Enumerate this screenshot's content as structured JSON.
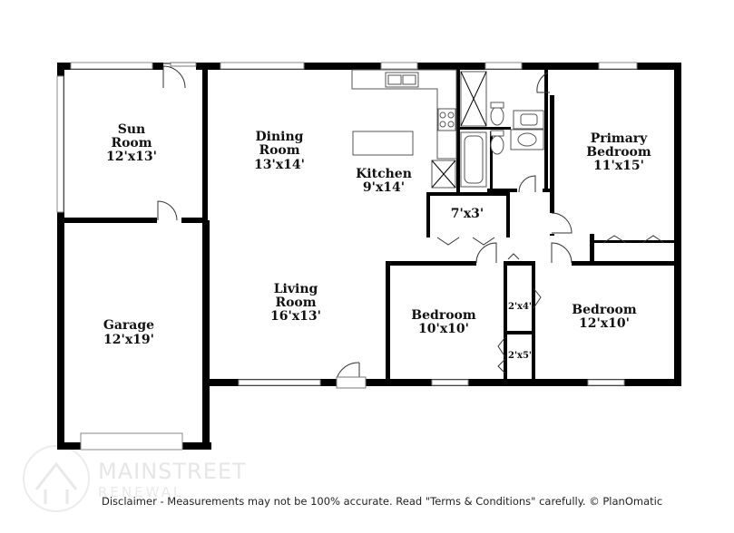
{
  "rooms": {
    "sun_room": {
      "name_line1": "Sun",
      "name_line2": "Room",
      "dims": "12'x13'"
    },
    "dining_room": {
      "name_line1": "Dining",
      "name_line2": "Room",
      "dims": "13'x14'"
    },
    "kitchen": {
      "name": "Kitchen",
      "dims": "9'x14'"
    },
    "closet_7x3": {
      "dims": "7'x3'"
    },
    "primary_bedroom": {
      "name_line1": "Primary",
      "name_line2": "Bedroom",
      "dims": "11'x15'"
    },
    "garage": {
      "name": "Garage",
      "dims": "12'x19'"
    },
    "living_room": {
      "name_line1": "Living",
      "name_line2": "Room",
      "dims": "16'x13'"
    },
    "bedroom_left": {
      "name": "Bedroom",
      "dims": "10'x10'"
    },
    "bedroom_right": {
      "name": "Bedroom",
      "dims": "12'x10'"
    },
    "closet_2x4": {
      "dims": "2'x4'"
    },
    "closet_2x5": {
      "dims": "2'x5'"
    }
  },
  "logo": {
    "text": "MAINSTREET",
    "sub": "RENEWAL"
  },
  "disclaimer": "Disclaimer - Measurements may not be 100% accurate. Read \"Terms & Conditions\" carefully. © PlanOmatic"
}
